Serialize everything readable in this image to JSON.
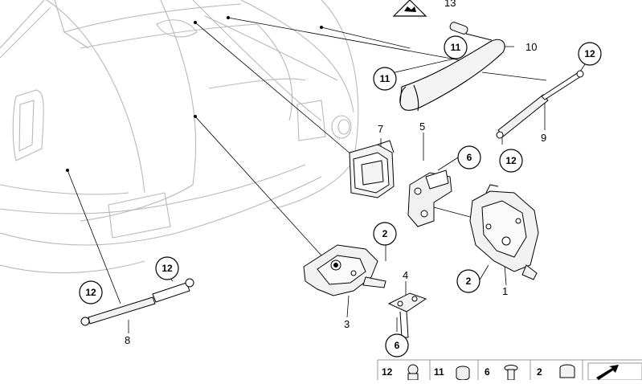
{
  "diagram": {
    "part_labels": {
      "p1": "1",
      "p2a": "2",
      "p2b": "2",
      "p3": "3",
      "p4": "4",
      "p5": "5",
      "p6a": "6",
      "p6b": "6",
      "p7": "7",
      "p8": "8",
      "p9": "9",
      "p10": "10",
      "p11a": "11",
      "p11b": "11",
      "p12a": "12",
      "p12b": "12",
      "p12c": "12",
      "p12d": "12",
      "p13": "13"
    },
    "legend": {
      "items": [
        {
          "number": "12",
          "icon": "ball-stud-icon"
        },
        {
          "number": "11",
          "icon": "nut-icon"
        },
        {
          "number": "6",
          "icon": "bolt-icon"
        },
        {
          "number": "2",
          "icon": "hex-nut-icon"
        }
      ],
      "corner_icon": "arrow-icon"
    },
    "colors": {
      "line": "#000000",
      "vehicle_outline": "#b8b8b8",
      "part_fill": "#f2f2f2"
    }
  }
}
